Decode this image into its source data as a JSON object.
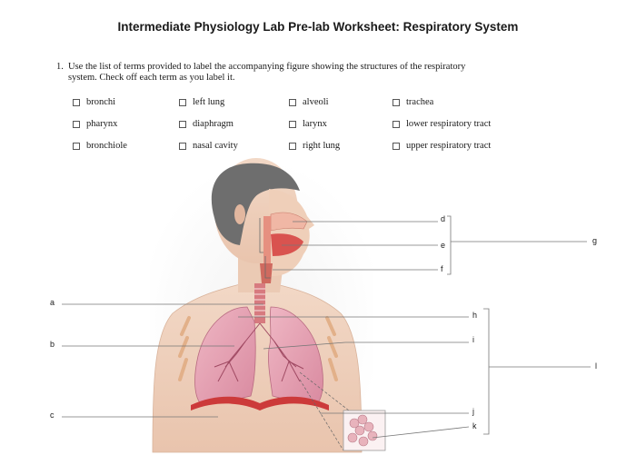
{
  "title": "Intermediate Physiology Lab Pre-lab Worksheet: Respiratory System",
  "question": {
    "number": "1.",
    "text": "Use the list of terms provided to label the accompanying figure showing the structures of the respiratory system. Check off each term as you label it."
  },
  "terms": [
    "bronchi",
    "pharynx",
    "bronchiole",
    "left lung",
    "diaphragm",
    "nasal cavity",
    "alveoli",
    "larynx",
    "right lung",
    "trachea",
    "lower respiratory tract",
    "upper respiratory tract"
  ],
  "labels": {
    "a": "a",
    "b": "b",
    "c": "c",
    "d": "d",
    "e": "e",
    "f": "f",
    "g": "g",
    "h": "h",
    "i": "i",
    "j": "j",
    "k": "k",
    "l": "l"
  }
}
